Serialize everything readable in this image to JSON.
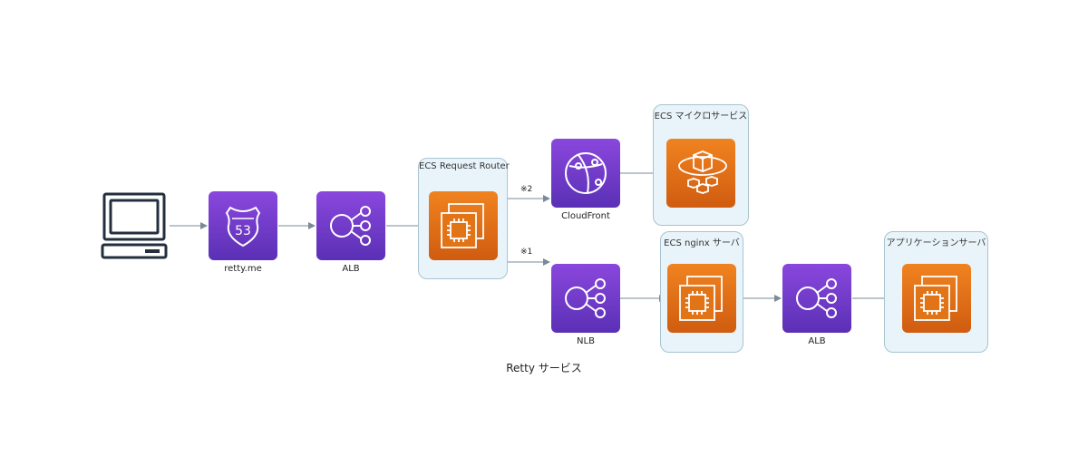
{
  "diagram": {
    "caption": "Retty サービス",
    "clusters": {
      "router": "ECS Request Router",
      "micro": "ECS マイクロサービス",
      "nginx": "ECS nginx サーバ",
      "app": "アプリケーションサーバ"
    },
    "nodes": {
      "client": {
        "label": "",
        "icon": "computer-icon"
      },
      "route53": {
        "label": "retty.me",
        "icon": "route53-icon",
        "badge": "53"
      },
      "alb1": {
        "label": "ALB",
        "icon": "load-balancer-icon"
      },
      "router_ec2": {
        "label": "",
        "icon": "ec2-icon"
      },
      "cloudfront": {
        "label": "CloudFront",
        "icon": "cloudfront-icon"
      },
      "microservice": {
        "label": "",
        "icon": "ecs-service-icon"
      },
      "nlb": {
        "label": "NLB",
        "icon": "load-balancer-icon"
      },
      "nginx_ec2": {
        "label": "",
        "icon": "ec2-icon"
      },
      "alb2": {
        "label": "ALB",
        "icon": "load-balancer-icon"
      },
      "app_ec2": {
        "label": "",
        "icon": "ec2-icon"
      }
    },
    "edges": {
      "router_to_cloudfront": "※2",
      "router_to_nlb": "※1"
    },
    "colors": {
      "purple_top": "#8a47dd",
      "purple_bottom": "#5a30b5",
      "orange_top": "#f08320",
      "orange_bottom": "#d05c10",
      "edge": "#7b8a96",
      "cluster_fill": "#e8f4fa"
    }
  }
}
